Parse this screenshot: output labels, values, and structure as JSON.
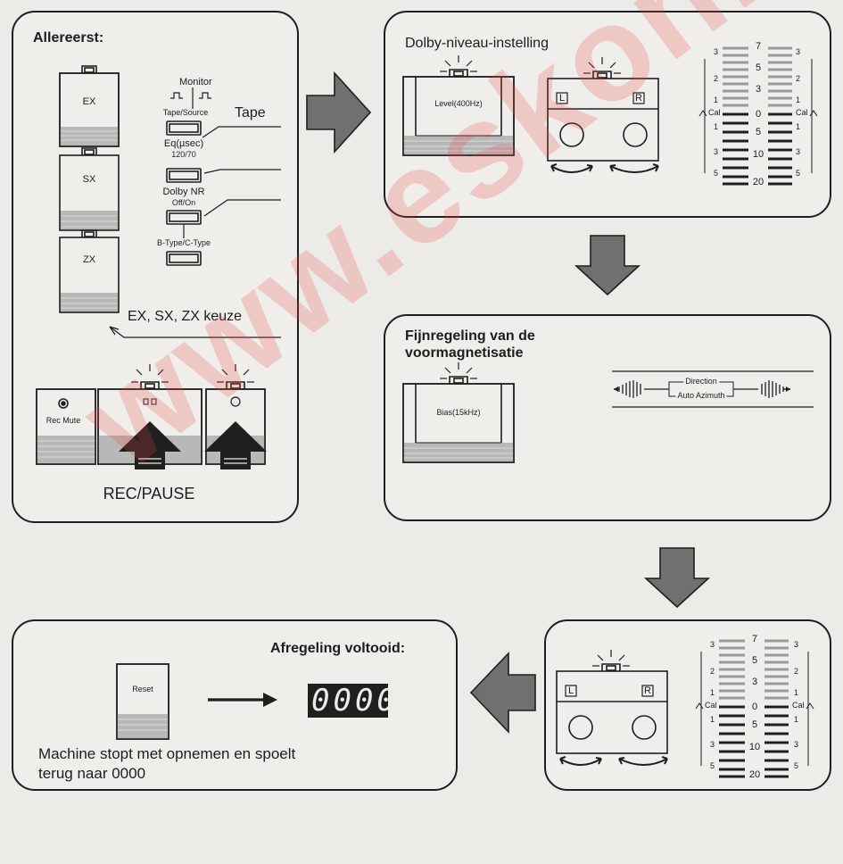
{
  "panel1": {
    "title": "Allereerst:",
    "module_labels": [
      "EX",
      "SX",
      "ZX"
    ],
    "monitor_label": "Monitor",
    "tape_source_label": "Tape/Source",
    "tape_label": "Tape",
    "eq_label": "Eq(µsec)",
    "eq_values": "120/70",
    "dolby_nr_label": "Dolby NR",
    "off_on_label": "Off/On",
    "b_c_type_label": "B-Type/C-Type",
    "keuze_label": "EX, SX, ZX keuze",
    "rec_mute_label": "Rec Mute",
    "rec_pause_label": "REC/PAUSE"
  },
  "panel2": {
    "title": "Dolby-niveau-instelling",
    "level_label": "Level(400Hz)",
    "left_label": "L",
    "right_label": "R"
  },
  "meter": {
    "cal_label": "Cal",
    "major_labels": [
      "7",
      "5",
      "3",
      "0",
      "5",
      "10",
      "20"
    ],
    "side_labels_top": [
      "3",
      "2",
      "1"
    ],
    "side_labels_bottom": [
      "1",
      "3",
      "5"
    ]
  },
  "panel3": {
    "title_line1": "Fijnregeling van de",
    "title_line2": "voormagnetisatie",
    "bias_label": "Bias(15kHz)",
    "direction_label": "Direction",
    "auto_azimuth_label": "Auto Azimuth"
  },
  "panel4": {
    "left_label": "L",
    "right_label": "R"
  },
  "panel5": {
    "title": "Afregeling voltooid:",
    "reset_label": "Reset",
    "counter_value": "0000",
    "caption_line1": "Machine stopt met opnemen en spoelt",
    "caption_line2": "terug naar 0000"
  },
  "watermark": "www.eskonline",
  "colors": {
    "arrow_fill": "#707070",
    "panel_border": "#1f1f1f",
    "background": "#ecebe7",
    "watermark": "#e84646"
  }
}
